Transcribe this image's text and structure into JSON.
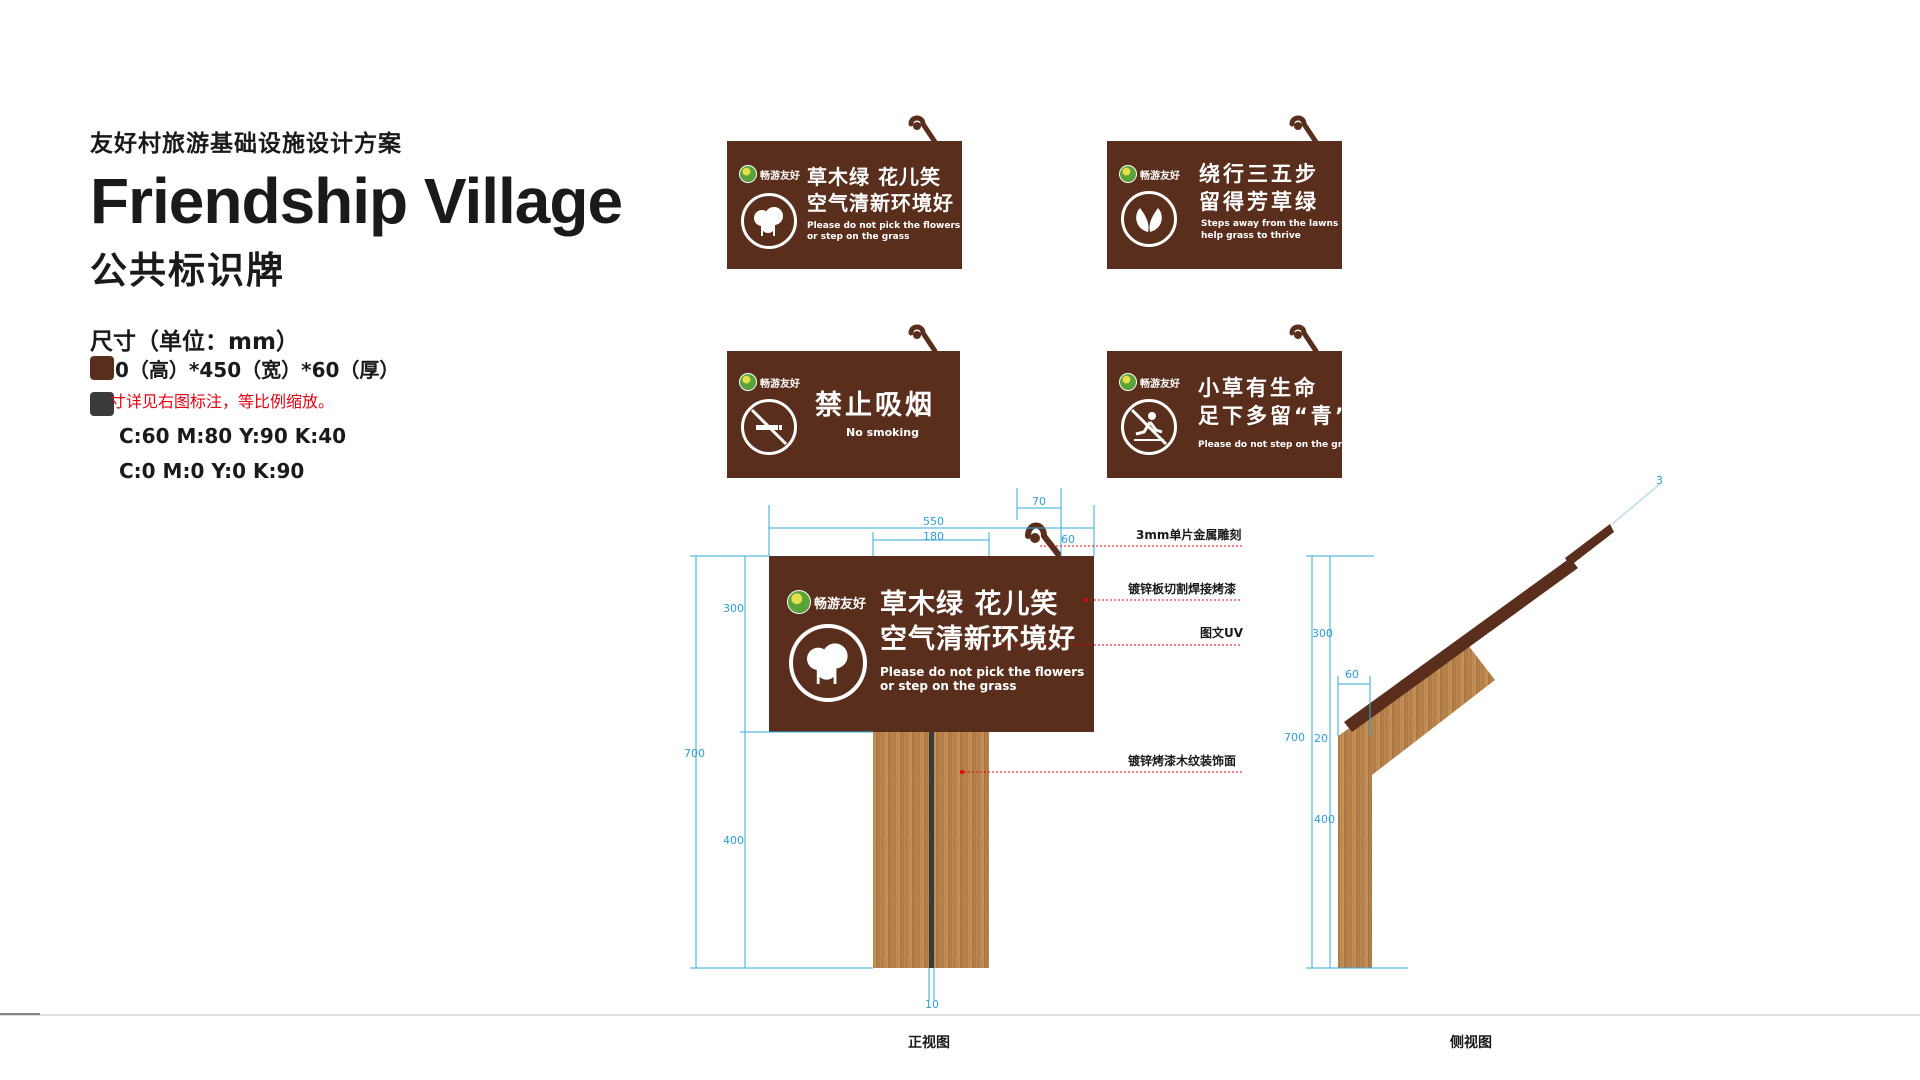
{
  "header": {
    "project_title": "友好村旅游基础设施设计方案",
    "main_title": "Friendship Village",
    "sub_title": "公共标识牌"
  },
  "specs": {
    "size_label": "尺寸（单位：mm）",
    "size_value": "0（高）*450（宽）*60（厚）",
    "size_note": "寸详见右图标注，等比例缩放。",
    "colors": [
      {
        "hex": "#5a2e1c",
        "cmyk": "C:60 M:80 Y:90 K:40"
      },
      {
        "hex": "#3a3a3a",
        "cmyk": "C:0 M:0 Y:0 K:90"
      }
    ]
  },
  "logo_text": "畅游友好",
  "signs": [
    {
      "cn_line1": "草木绿 花儿笑",
      "cn_line2": "空气清新环境好",
      "en_line1": "Please do not pick the flowers",
      "en_line2": "or step on the grass",
      "icon": "trees-icon"
    },
    {
      "cn_line1": "绕行三五步",
      "cn_line2": "留得芳草绿",
      "en_line1": "Steps away from the lawns",
      "en_line2": "help grass to thrive",
      "icon": "leaves-icon"
    },
    {
      "cn_line1": "禁止吸烟",
      "cn_line2": "",
      "en_line1": "No smoking",
      "en_line2": "",
      "icon": "no-smoking-icon"
    },
    {
      "cn_line1": "小草有生命",
      "cn_line2": "足下多留“青”",
      "en_line1": "Please do not step on the grass",
      "en_line2": "",
      "icon": "no-stepping-icon"
    }
  ],
  "front_view": {
    "label": "正视图",
    "dims": {
      "total_width": "550",
      "post_width": "180",
      "hook_width": "70",
      "hook_offset": "60",
      "total_height": "700",
      "board_height": "300",
      "post_height": "400",
      "gap_width": "10"
    },
    "annotations": [
      "3mm单片金属雕刻",
      "镀锌板切割焊接烤漆",
      "图文UV",
      "镀锌烤漆木纹装饰面"
    ]
  },
  "side_view": {
    "label": "侧视图",
    "dims": {
      "thickness": "3",
      "board_height": "300",
      "board_depth": "60",
      "total_height": "700",
      "joint": "20",
      "post_height": "400"
    }
  }
}
